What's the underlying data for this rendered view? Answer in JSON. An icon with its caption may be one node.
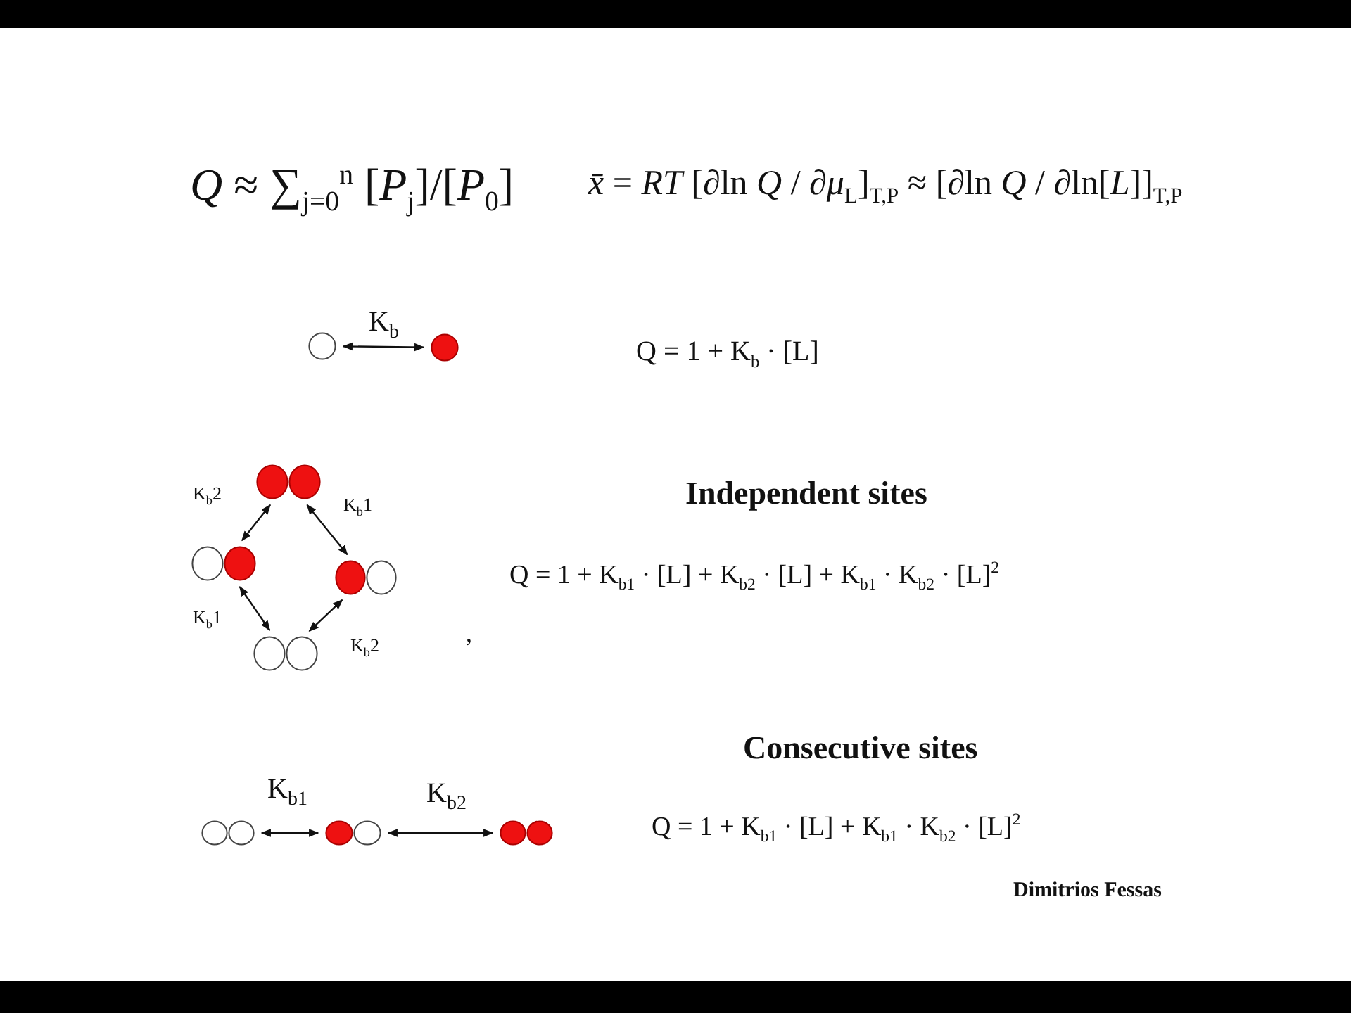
{
  "diagram": {
    "nodes": [
      {
        "text": [],
        "shape": "circle"
      },
      {
        "text": [],
        "shape": "circle"
      },
      {
        "text": [],
        "shape": "circle"
      },
      {
        "text": [],
        "shape": "circle"
      },
      {
        "text": [],
        "shape": "circle"
      },
      {
        "text": [],
        "shape": "circle"
      },
      {
        "text": [],
        "shape": "circle"
      },
      {
        "text": [],
        "shape": "circle"
      },
      {
        "text": [],
        "shape": "circle"
      }
    ],
    "edges": [
      {
        "from": 0,
        "to": 1,
        "arrow": "both",
        "label": "K$_{b}$"
      },
      {
        "from": 2,
        "to": 3,
        "arrow": "both",
        "label": "K$_{b}$2"
      },
      {
        "from": 2,
        "to": 4,
        "arrow": "both",
        "label": "K$_{b}$1"
      },
      {
        "from": 3,
        "to": 5,
        "arrow": "both",
        "label": "K$_{b}$1"
      },
      {
        "from": 4,
        "to": 5,
        "arrow": "both",
        "label": "K$_{b}$2"
      },
      {
        "from": 6,
        "to": 7,
        "arrow": "both",
        "label": "K$_{b1}$"
      },
      {
        "from": 7,
        "to": 8,
        "arrow": "both",
        "label": "K$_{b2}$"
      }
    ],
    "labels": [
      "*Q* ≈ ∑$_{j=0}$$^{n}$ [*P*$_{j}$]/[*P*$_{0}$]",
      "*x̄* = *RT* [∂ln *Q* / ∂*μ*$_{L}$]$_{T,P}$ ≈ [∂ln *Q* / ∂ln[*L*]]$_{T,P}$",
      "Q = 1 + K$_{b}$ · [L]",
      "Independent sites",
      "Q = 1 + K$_{b1}$ · [L] + K$_{b2}$ · [L] + K$_{b1}$ · K$_{b2}$ · [L]$^{2}$",
      ",",
      "Consecutive sites",
      "Q = 1 + K$_{b1}$ · [L] + K$_{b1}$ · K$_{b2}$ · [L]$^{2}$",
      "Dimitrios Fessas"
    ]
  }
}
